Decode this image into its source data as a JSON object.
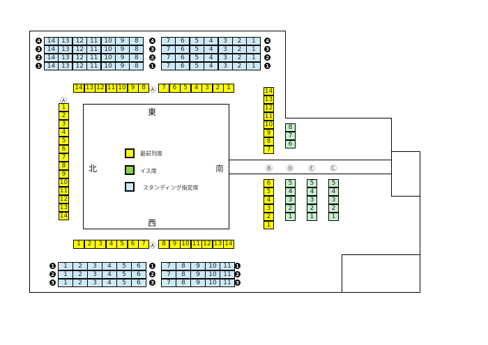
{
  "row_labels": {
    "top": [
      "4",
      "3",
      "2",
      "1"
    ],
    "bottom": [
      "1",
      "2",
      "3"
    ]
  },
  "blocks": {
    "top_left": {
      "seats": [
        "14",
        "13",
        "12",
        "11",
        "10",
        "9",
        "8"
      ],
      "rows": 4,
      "type": "standing"
    },
    "top_right": {
      "seats": [
        "7",
        "6",
        "5",
        "4",
        "3",
        "2",
        "1"
      ],
      "rows": 4,
      "type": "standing"
    },
    "bottom_left": {
      "seats": [
        "1",
        "2",
        "3",
        "4",
        "5",
        "6"
      ],
      "rows": 3,
      "type": "standing"
    },
    "bottom_right": {
      "seats": [
        "7",
        "8",
        "9",
        "10",
        "11"
      ],
      "rows": 3,
      "type": "standing"
    }
  },
  "front_rows": {
    "top": {
      "left": [
        "14",
        "13",
        "12",
        "11",
        "10",
        "9",
        "8"
      ],
      "marker": "Ⓐ",
      "right": [
        "7",
        "6",
        "5",
        "4",
        "3",
        "2",
        "1"
      ]
    },
    "left": {
      "marker": "Ⓐ",
      "seats": [
        "1",
        "2",
        "3",
        "4",
        "5",
        "6",
        "7",
        "8",
        "9",
        "10",
        "11",
        "12",
        "13",
        "14"
      ]
    },
    "bottom": {
      "left": [
        "1",
        "2",
        "3",
        "4",
        "5",
        "6",
        "7"
      ],
      "marker": "Ⓐ",
      "right": [
        "8",
        "9",
        "10",
        "11",
        "12",
        "13",
        "14"
      ]
    },
    "right_upper": {
      "seats": [
        "14",
        "13",
        "12",
        "11",
        "10",
        "9",
        "8",
        "7"
      ]
    },
    "right_lower": {
      "marker": "Ⓑ",
      "seats": [
        "6",
        "5",
        "4",
        "3",
        "2",
        "1"
      ]
    }
  },
  "chair_blocks": {
    "upper": {
      "seats": [
        "8",
        "7",
        "6"
      ]
    },
    "lower": [
      {
        "marker": "Ⓓ",
        "seats": [
          "5",
          "4",
          "3",
          "2",
          "1"
        ]
      },
      {
        "marker": "Ⓔ",
        "seats": [
          "5",
          "4",
          "3",
          "2",
          "1"
        ]
      },
      {
        "marker": "Ⓒ",
        "seats": [
          "5",
          "4",
          "3",
          "2",
          "1"
        ]
      }
    ]
  },
  "stage": {
    "east": "東",
    "west": "西",
    "north": "北",
    "south": "南"
  },
  "legend": [
    {
      "label": "最前列席",
      "color": "#ffff00"
    },
    {
      "label": "イス席",
      "color": "#92d050"
    },
    {
      "label": "スタンディング指定席",
      "color": "#cde9f7"
    }
  ]
}
